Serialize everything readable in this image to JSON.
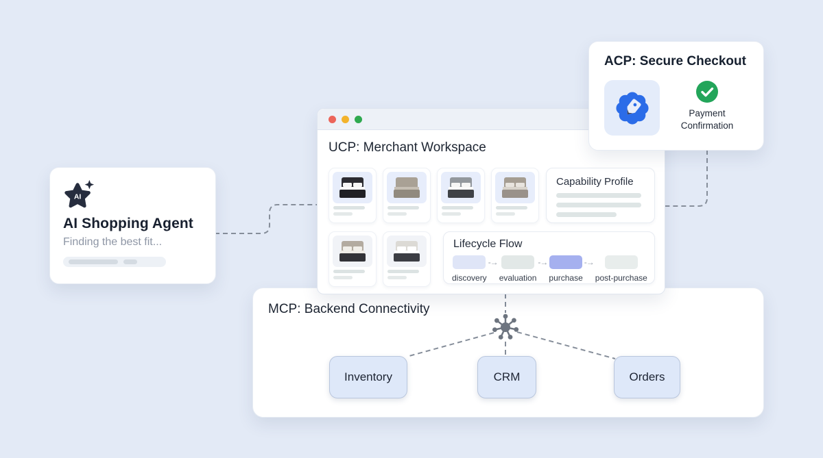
{
  "canvas": {
    "background": "#e3eaf6"
  },
  "ai_agent_card": {
    "icon": "ai-star-icon",
    "title": "AI Shopping Agent",
    "subtitle": "Finding the best fit..."
  },
  "workspace_window": {
    "title": "UCP: Merchant Workspace",
    "traffic_lights": [
      "#ec655a",
      "#f3b32b",
      "#2fa94f"
    ],
    "products": [
      {
        "variant": "dark-tufted",
        "bg": "blue"
      },
      {
        "variant": "taupe",
        "bg": "blue"
      },
      {
        "variant": "gray-pillows",
        "bg": "blue"
      },
      {
        "variant": "taupe-light",
        "bg": "blue"
      },
      {
        "variant": "taupe-darkbase",
        "bg": "light"
      },
      {
        "variant": "white-darkbase",
        "bg": "light"
      }
    ],
    "capability_profile": {
      "title": "Capability Profile"
    },
    "lifecycle": {
      "title": "Lifecycle Flow",
      "arrow": "-→",
      "active_color": "#a5b0ef",
      "stages": [
        {
          "label": "discovery",
          "state": "tint-blue"
        },
        {
          "label": "evaluation",
          "state": "tint-gray"
        },
        {
          "label": "purchase",
          "state": "active"
        },
        {
          "label": "post-purchase",
          "state": "idle"
        }
      ]
    }
  },
  "acp_card": {
    "title": "ACP: Secure Checkout",
    "badge_icon": "price-tag-seal-icon",
    "badge_color": "#2b6ce8",
    "status_icon": "check-circle-icon",
    "status_color": "#23a55a",
    "status_label": "Payment Confirmation"
  },
  "mcp_panel": {
    "title": "MCP: Backend Connectivity",
    "hub_icon": "network-hub-icon",
    "systems": [
      "Inventory",
      "CRM",
      "Orders"
    ]
  }
}
